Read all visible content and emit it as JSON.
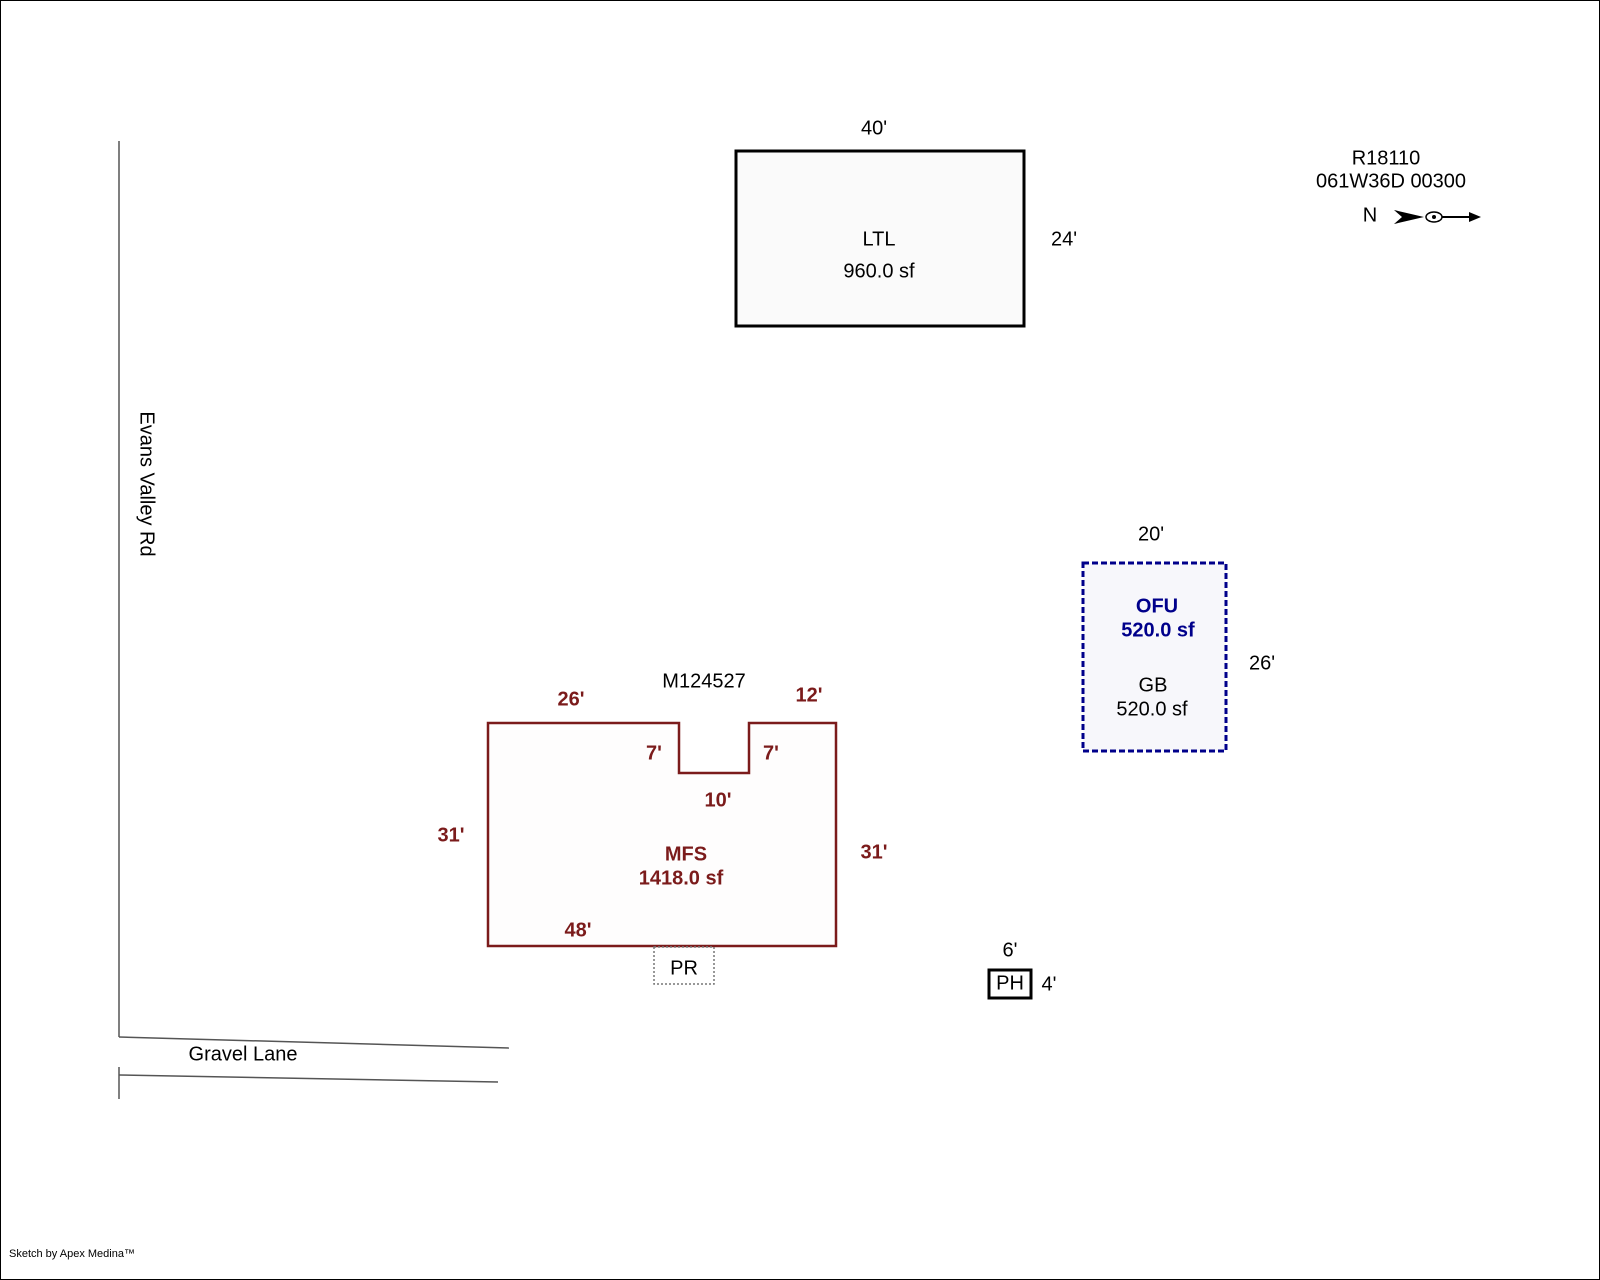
{
  "credit": "Sketch by Apex Medina™",
  "header": {
    "parcel_id": "R18110",
    "map_taxlot": "061W36D 00300",
    "north_label": "N"
  },
  "roads": {
    "left_road": "Evans Valley Rd",
    "bottom_road": "Gravel Lane"
  },
  "ltl": {
    "label": "LTL",
    "area": "960.0 sf",
    "top_dim": "40'",
    "right_dim": "24'"
  },
  "ofu": {
    "label": "OFU",
    "area": "520.0 sf",
    "sub_label": "GB",
    "sub_area": "520.0 sf",
    "top_dim": "20'",
    "right_dim": "26'"
  },
  "mfs": {
    "ref": "M124527",
    "label": "MFS",
    "area": "1418.0 sf",
    "dim_top_left": "26'",
    "dim_top_right": "12'",
    "dim_notch_left": "7'",
    "dim_notch_right": "7'",
    "dim_notch_bottom": "10'",
    "dim_left": "31'",
    "dim_right": "31'",
    "dim_bottom": "48'"
  },
  "pr": {
    "label": "PR"
  },
  "ph": {
    "label": "PH",
    "top_dim": "6'",
    "right_dim": "4'"
  },
  "colors": {
    "mfs_outline": "#7B1B1B",
    "ofu_outline": "#00008B",
    "building_outline": "#000000"
  }
}
